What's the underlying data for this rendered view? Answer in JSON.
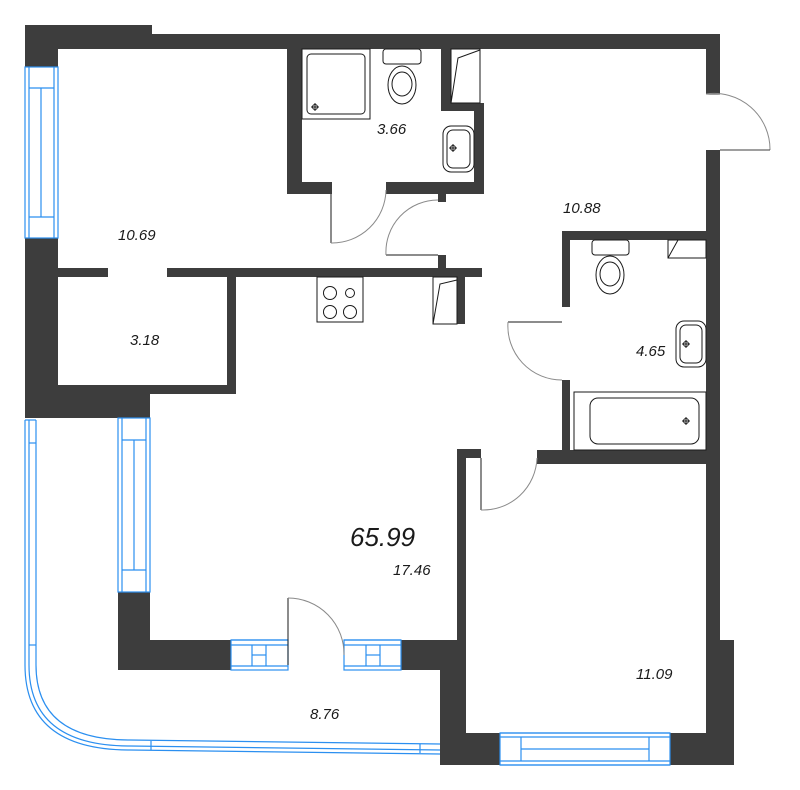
{
  "plan": {
    "total_area": "65.99",
    "colors": {
      "wall": "#3d3d3d",
      "window": "#2b8ff0",
      "fixture": "#1a1a1a",
      "door_arc": "#8a8a8a",
      "background": "#ffffff"
    },
    "rooms": [
      {
        "id": "bedroom-1",
        "area": "10.69"
      },
      {
        "id": "shower-room",
        "area": "3.66"
      },
      {
        "id": "hallway",
        "area": "10.88"
      },
      {
        "id": "storage",
        "area": "3.18"
      },
      {
        "id": "bathroom",
        "area": "4.65"
      },
      {
        "id": "kitchen-living",
        "area": "17.46"
      },
      {
        "id": "bedroom-2",
        "area": "11.09"
      },
      {
        "id": "balcony",
        "area": "8.76"
      }
    ]
  }
}
